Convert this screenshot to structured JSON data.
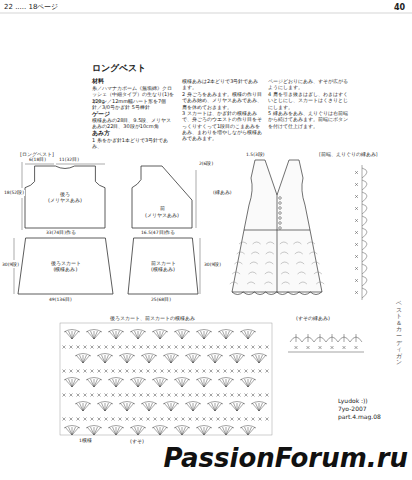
{
  "diagram": {
    "title": "ロングベスト",
    "nodes": [
      {
        "text": [
          "後ろ",
          "(メリヤスあみ)"
        ]
      },
      {
        "text": [
          "後ろスカート",
          "(模様あみ)"
        ]
      },
      {
        "text": [
          "前",
          "(メリヤスあみ)"
        ]
      },
      {
        "text": [
          "前スカート",
          "(模様あみ)"
        ]
      }
    ],
    "labels": [
      "22 ..... 18ページ",
      "40",
      "材料",
      "糸／ハマナカポーム《無垢綿》クロッシェ（中細タイプ）の生なり(1)を120g",
      "ボタン／12mm幅ハート形を7個",
      "針／3/0号かぎ針 5号棒針",
      "ゲージ",
      "模様あみの28目、9.5段、メリヤスあみの22目、30段が10cm角",
      "あみ方",
      "1 糸をかぎ針1本どりで3号針であみ、",
      "模様あみは2本どりで3号針であみます。",
      "2 身ごろをあみます。模様の作り目であみ始め、メリヤスあみであみ、肩を休めておきます。",
      "3 スカートは、かぎ針の模様あみで、身ごろのウエストの作り目をそっくりすくって1段目のこまあみをあみ、まわりを増やしながら模様あみであみます。",
      "ページどおりにあみ、すそが広がるようにします。",
      "4 肩を引き抜きはぎし、わきはすくいとじにし、スカートはくさりとじにします。",
      "5 縁あみをあみ、えりぐりは右前端から続けてあみます。前端にボタンを付けて仕上げます。",
      "[ロングベスト]",
      "6(18目)",
      "11(32目)",
      "18(52段)",
      "33(74目)作る",
      "30(9段)",
      "49(136目)",
      "2(6段)",
      "16.5(47目)作る",
      "30(9段)",
      "25(68目)",
      "(縁あみ)",
      "1.5(3段)",
      "[前端、えりぐりの縁あみ]",
      "後ろスカート、前スカートの模様あみ",
      "(すそ)",
      "(すその縁あみ)",
      "1模様",
      "Lyudok :))",
      "7yo-2007",
      "part.4.mag.08",
      "PassionForum.ru",
      "ベスト＆カーディガン"
    ]
  }
}
